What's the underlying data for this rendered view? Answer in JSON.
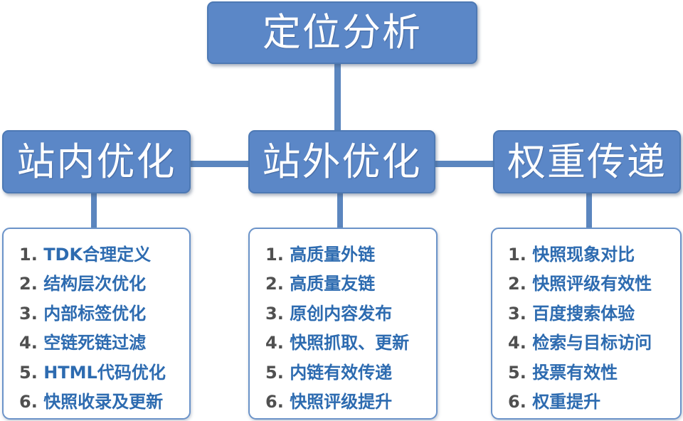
{
  "root": {
    "title": "定位分析"
  },
  "branches": [
    {
      "title": "站内优化",
      "items": [
        {
          "num": "1.",
          "text": "TDK合理定义"
        },
        {
          "num": "2.",
          "text": "结构层次优化"
        },
        {
          "num": "3.",
          "text": "内部标签优化"
        },
        {
          "num": "4.",
          "text": "空链死链过滤"
        },
        {
          "num": "5.",
          "text": "HTML代码优化"
        },
        {
          "num": "6.",
          "text": "快照收录及更新"
        }
      ]
    },
    {
      "title": "站外优化",
      "items": [
        {
          "num": "1.",
          "text": "高质量外链"
        },
        {
          "num": "2.",
          "text": "高质量友链"
        },
        {
          "num": "3.",
          "text": "原创内容发布"
        },
        {
          "num": "4.",
          "text": "快照抓取、更新"
        },
        {
          "num": "5.",
          "text": "内链有效传递"
        },
        {
          "num": "6.",
          "text": "快照评级提升"
        }
      ]
    },
    {
      "title": "权重传递",
      "items": [
        {
          "num": "1.",
          "text": "快照现象对比"
        },
        {
          "num": "2.",
          "text": "快照评级有效性"
        },
        {
          "num": "3.",
          "text": "百度搜索体验"
        },
        {
          "num": "4.",
          "text": "检索与目标访问"
        },
        {
          "num": "5.",
          "text": "投票有效性"
        },
        {
          "num": "6.",
          "text": "权重提升"
        }
      ]
    }
  ],
  "colors": {
    "header_fill": "#5b87c7",
    "connector": "#5b86bf",
    "item_text": "#2d6bb0",
    "item_number": "#505050"
  }
}
